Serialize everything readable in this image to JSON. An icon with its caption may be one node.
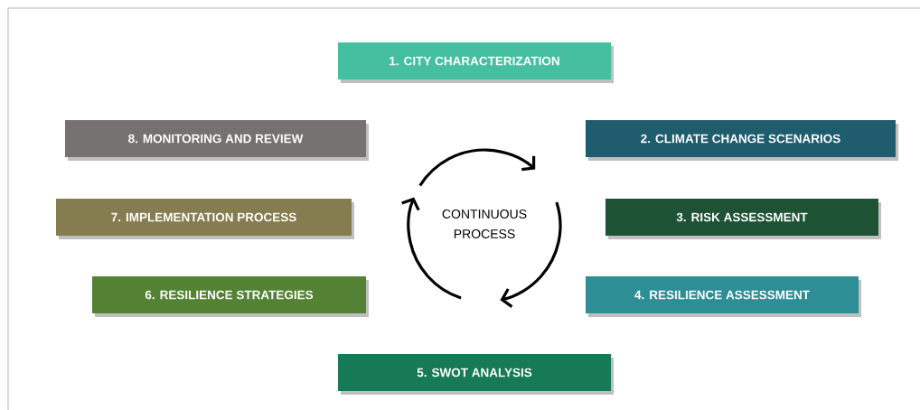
{
  "diagram": {
    "nodes": [
      {
        "text": [
          "1. CITY CHARACTERIZATION"
        ]
      },
      {
        "text": [
          "2. CLIMATE CHANGE SCENARIOS"
        ]
      },
      {
        "text": [
          "3. RISK ASSESSMENT"
        ]
      },
      {
        "text": [
          "4. RESILIENCE ASSESSMENT"
        ]
      },
      {
        "text": [
          "5. SWOT ANALYSIS"
        ]
      },
      {
        "text": [
          "6. RESILIENCE STRATEGIES"
        ]
      },
      {
        "text": [
          "7. IMPLEMENTATION PROCESS"
        ]
      },
      {
        "text": [
          "8. MONITORING AND REVIEW"
        ]
      }
    ],
    "labels": [
      "CONTINUOUS PROCESS"
    ]
  }
}
